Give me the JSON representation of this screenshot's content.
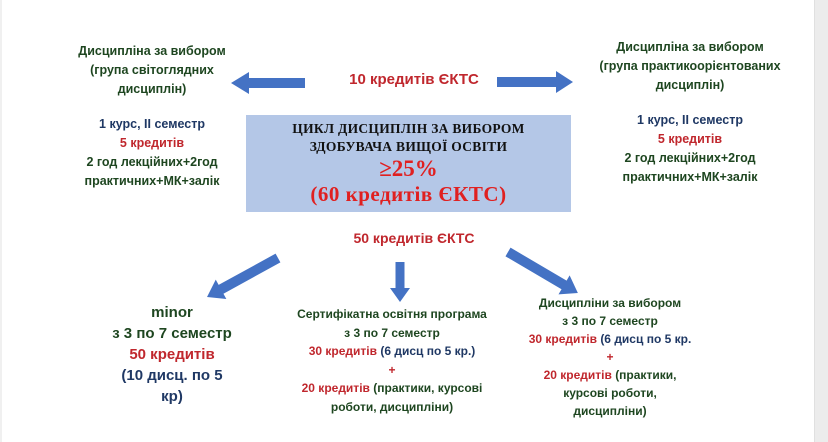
{
  "left_top": {
    "title_lines": [
      "Дисципліна за вибором",
      "(група світоглядних",
      "дисциплін)"
    ],
    "course": "1 курс, ІІ семестр",
    "credits": "5 кредитів",
    "hours_lines": [
      "2 год лекційних+2год",
      "практичних+МК+залік"
    ]
  },
  "right_top": {
    "title_lines": [
      "Дисципліна за вибором",
      "(група практикоорієнтованих",
      "дисциплін)"
    ],
    "course": "1 курс, ІІ семестр",
    "credits": "5 кредитів",
    "hours_lines": [
      "2 год лекційних+2год",
      "практичних+МК+залік"
    ]
  },
  "top_credits": "10 кредитів ЄКТС",
  "center_box": {
    "line1": "ЦИКЛ  ДИСЦИПЛІН ЗА ВИБОРОМ",
    "line2": "ЗДОБУВАЧА ВИЩОЇ ОСВІТИ",
    "percent": "≥25%",
    "credits": "(60 кредитів ЄКТС)"
  },
  "bottom_credits": "50 кредитів ЄКТС",
  "minor": {
    "title": "minor",
    "semesters": "з 3 по 7 семестр",
    "credits": "50 кредитів",
    "detail_lines": [
      "(10 дисц. по 5",
      "кр)"
    ]
  },
  "certificate": {
    "title": "Сертифікатна освітня програма",
    "semesters": "з 3 по 7 семестр",
    "credits_a": "30 кредитів",
    "detail_a": "(6 дисц  по 5 кр.)",
    "plus": "+",
    "credits_b": "20 кредитів",
    "detail_b_lines": [
      "(практики, курсові",
      "роботи, дисципліни)"
    ]
  },
  "electives": {
    "title": "Дисципліни за вибором",
    "semesters": "з 3 по 7 семестр",
    "credits_a": "30 кредитів",
    "detail_a": "(6 дисц  по 5 кр.",
    "plus": "+",
    "credits_b": "20 кредитів",
    "detail_b_lines": [
      "(практики,",
      "курсові роботи,",
      "дисципліни)"
    ]
  },
  "colors": {
    "arrow": "#4472c4",
    "box": "#b4c7e7",
    "red": "#c0272d",
    "green": "#1e4620",
    "navy": "#1f3864"
  }
}
